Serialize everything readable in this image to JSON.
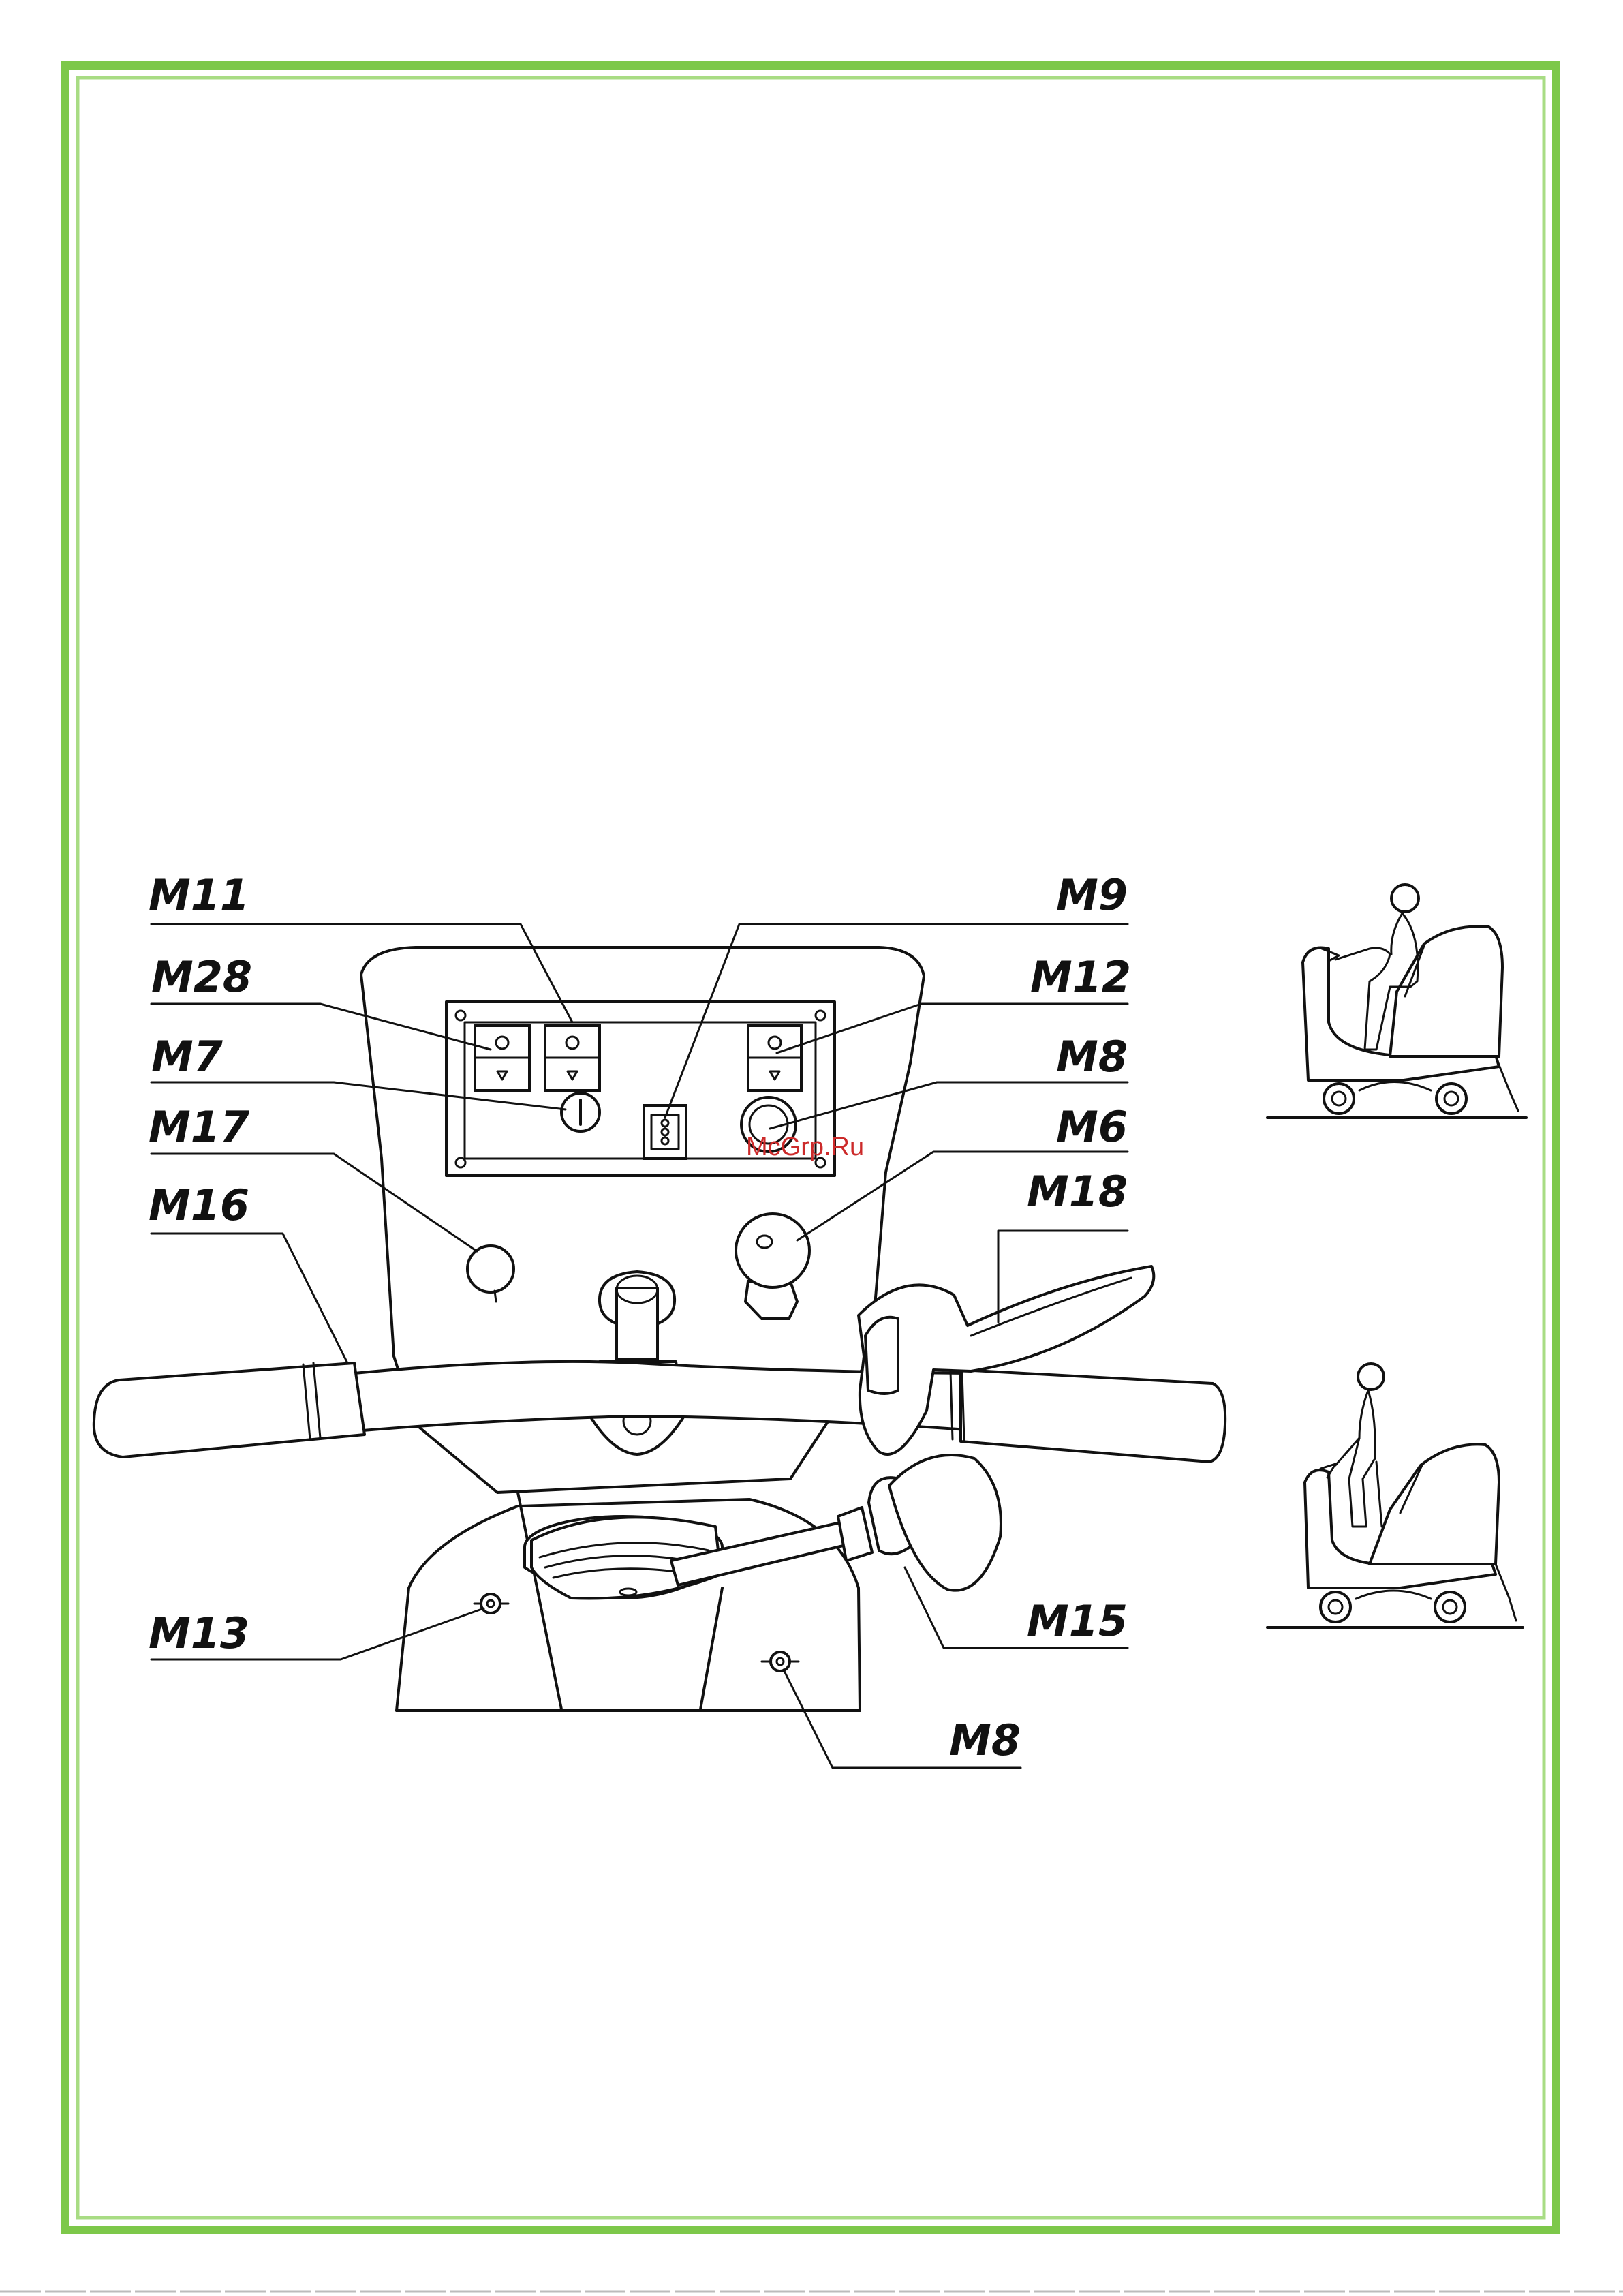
{
  "frame": {
    "border_color": "#7dc84a",
    "inner_color": "#a8dc84"
  },
  "watermark": "McGrp.Ru",
  "labels": {
    "m11": "M11",
    "m28": "M28",
    "m7": "M7",
    "m17": "M17",
    "m16": "M16",
    "m9": "M9",
    "m12": "M12",
    "m8_top": "M8",
    "m6": "M6",
    "m18": "M18",
    "m13": "M13",
    "m15": "M15",
    "m8_bottom": "M8"
  }
}
